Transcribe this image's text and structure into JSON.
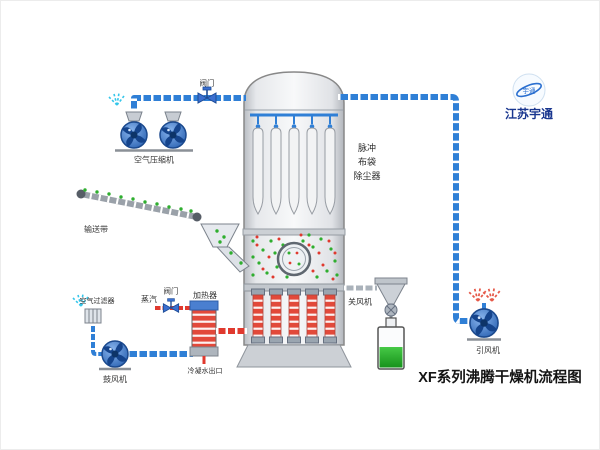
{
  "title": "XF系列沸腾干燥机流程图",
  "logo": {
    "company": "江苏宇通",
    "mark": "宇通"
  },
  "labels": {
    "valve_top": "阀门",
    "air_compressor": "空气压缩机",
    "conveyor": "输送带",
    "bag_filter_line1": "脉冲",
    "bag_filter_line2": "布袋",
    "bag_filter_line3": "除尘器",
    "air_filter": "空气过滤器",
    "steam": "蒸汽",
    "valve_steam": "阀门",
    "heater": "加热器",
    "blower": "鼓风机",
    "condensate_outlet": "冷凝水出口",
    "rotary_valve": "关风机",
    "induced_fan": "引风机"
  },
  "colors": {
    "pipe_blue": "#2f7fd6",
    "pipe_red": "#e0392e",
    "fan_blue": "#2a62b2",
    "spray_cyan": "#35c6ea",
    "spray_red": "#e65a4a",
    "material_green": "#2fae2f",
    "liquid_green": "#17921c",
    "vessel_gray": "#d9dde1",
    "logo_blue": "#19368f"
  }
}
